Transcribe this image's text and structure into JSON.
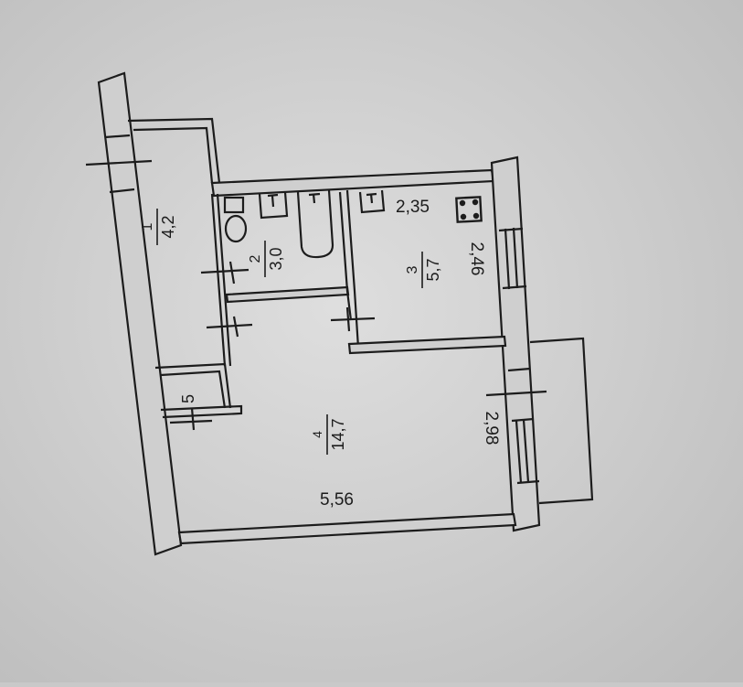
{
  "colors": {
    "paper": "#c9c9c9",
    "paper_light": "#dcdcdc",
    "ink": "#1c1c1c",
    "wall_fill": "#cfcfcf"
  },
  "rooms": [
    {
      "number": "1",
      "area": "4,2"
    },
    {
      "number": "2",
      "area": "3,0"
    },
    {
      "number": "3",
      "area": "5,7"
    },
    {
      "number": "4",
      "area": "14,7"
    },
    {
      "number": "5"
    }
  ],
  "dimensions": {
    "kitchen_length": "2,35",
    "kitchen_width": "2,46",
    "room_width": "2,98",
    "room_length": "5,56"
  }
}
